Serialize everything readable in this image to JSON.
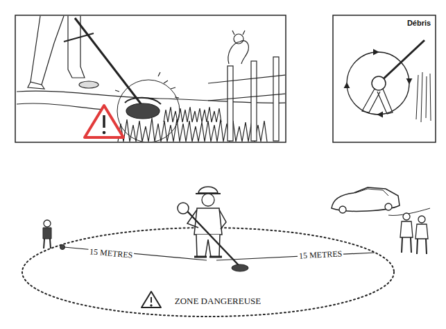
{
  "diagram": {
    "labels": [
      "Débris",
      "15 METRES",
      "15 METRES",
      "ZONE DANGEREUSE"
    ]
  }
}
